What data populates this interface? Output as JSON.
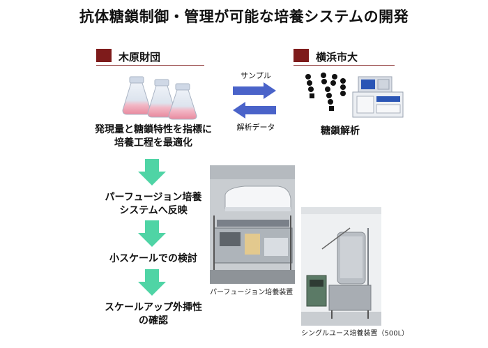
{
  "title": "抗体糖鎖制御・管理が可能な培養システムの開発",
  "left_org": {
    "name": "木原財団"
  },
  "right_org": {
    "name": "横浜市大"
  },
  "exchange": {
    "to_right": "サンプル",
    "to_left": "解析データ"
  },
  "left_description": [
    "発現量と糖鎖特性を指標に",
    "培養工程を最適化"
  ],
  "right_description": "糖鎖解析",
  "steps": [
    [
      "パーフュージョン培養",
      "システムへ反映"
    ],
    [
      "小スケールでの検討"
    ],
    [
      "スケールアップ外挿性",
      "の確認"
    ]
  ],
  "photo_captions": {
    "perfusion": "パーフュージョン培養装置",
    "single_use": "シングルユース培養装置（500L）"
  },
  "colors": {
    "accent": "#7e1b1b",
    "exchange_arrow": "#4a63c9",
    "flow_arrow": "#4fd4a5"
  }
}
